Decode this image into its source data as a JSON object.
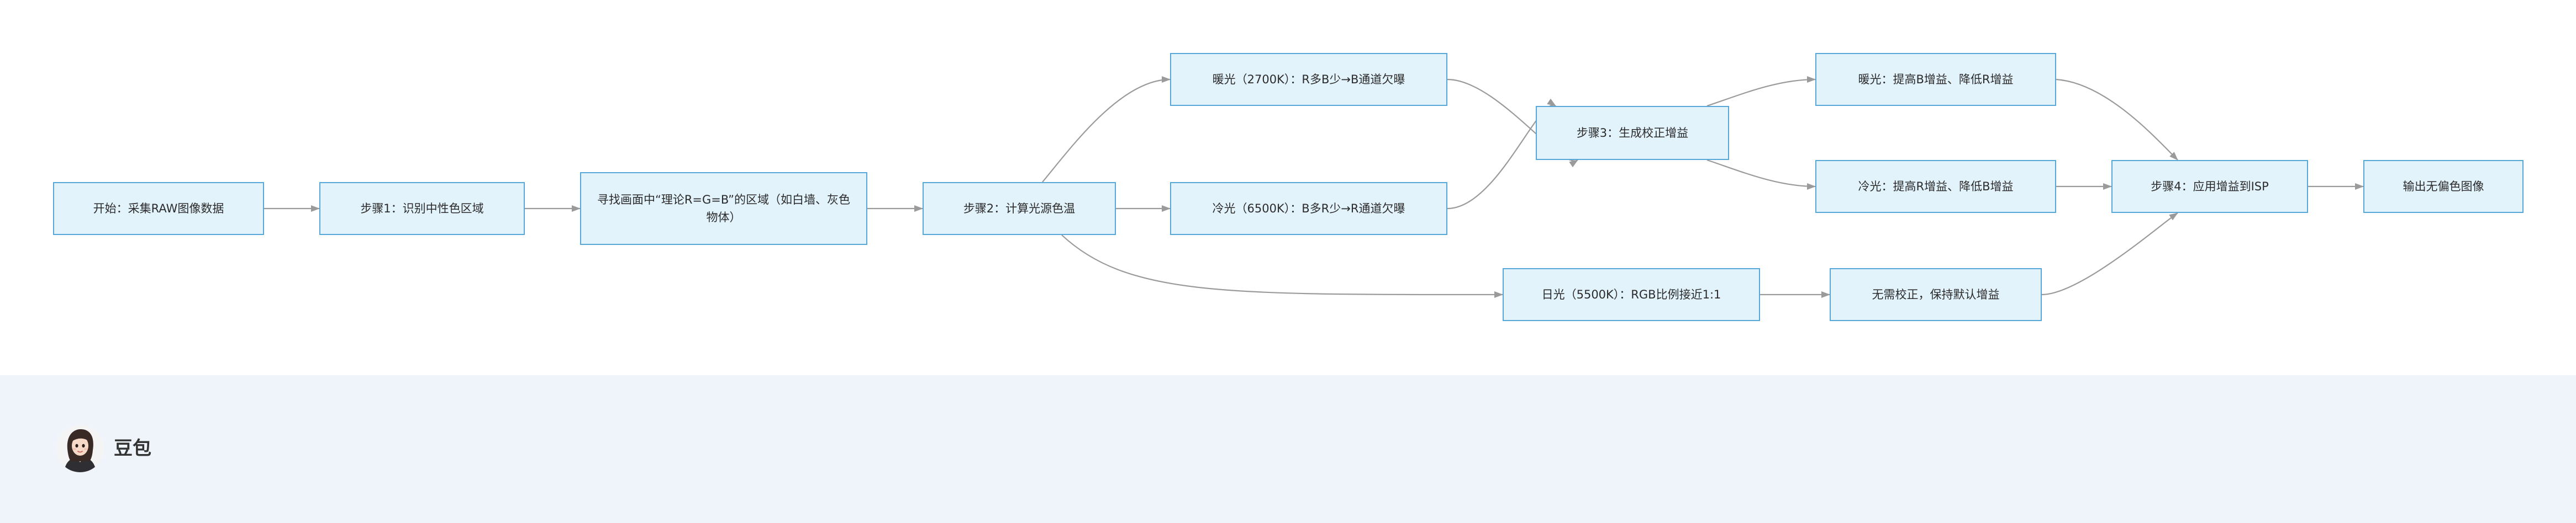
{
  "flowchart": {
    "nodes": {
      "start": "开始：采集RAW图像数据",
      "step1": "步骤1：识别中性色区域",
      "find_neutral": "寻找画面中“理论R=G=B”的区域（如白墙、灰色物体）",
      "step2": "步骤2：计算光源色温",
      "warm_light": "暖光（2700K）：R多B少→B通道欠曝",
      "cool_light": "冷光（6500K）：B多R少→R通道欠曝",
      "daylight": "日光（5500K）：RGB比例接近1:1",
      "step3": "步骤3：生成校正增益",
      "warm_gain": "暖光：提高B增益、降低R增益",
      "cool_gain": "冷光：提高R增益、降低B增益",
      "no_correction": "无需校正，保持默认增益",
      "step4": "步骤4：应用增益到ISP",
      "output": "输出无偏色图像"
    },
    "edges": [
      [
        "start",
        "step1"
      ],
      [
        "step1",
        "find_neutral"
      ],
      [
        "find_neutral",
        "step2"
      ],
      [
        "step2",
        "warm_light"
      ],
      [
        "step2",
        "cool_light"
      ],
      [
        "step2",
        "daylight"
      ],
      [
        "warm_light",
        "step3"
      ],
      [
        "cool_light",
        "step3"
      ],
      [
        "step3",
        "warm_gain"
      ],
      [
        "step3",
        "cool_gain"
      ],
      [
        "daylight",
        "no_correction"
      ],
      [
        "warm_gain",
        "step4"
      ],
      [
        "cool_gain",
        "step4"
      ],
      [
        "no_correction",
        "step4"
      ],
      [
        "step4",
        "output"
      ]
    ]
  },
  "footer": {
    "brand_name": "豆包"
  },
  "colors": {
    "node_fill": "#e3f3fc",
    "node_border": "#57a8d8",
    "edge": "#9a9a9a",
    "footer_bg": "#eff3fa"
  }
}
